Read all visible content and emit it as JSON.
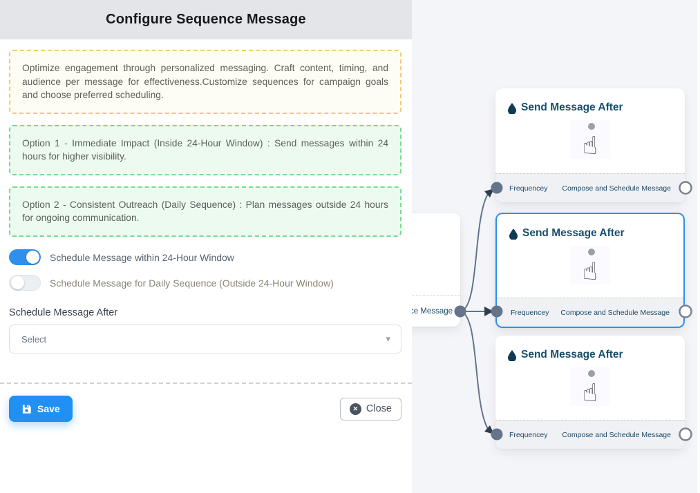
{
  "modal": {
    "title": "Configure Sequence Message",
    "intro": "Optimize engagement through personalized messaging. Craft content, timing, and audience per message for effectiveness.Customize sequences for campaign goals and choose preferred scheduling.",
    "options": [
      {
        "text": "Option 1 - Immediate Impact (Inside 24-Hour Window) : Send messages within 24 hours for higher visibility."
      },
      {
        "text": "Option 2 - Consistent Outreach (Daily Sequence) : Plan messages outside 24 hours for ongoing communication."
      }
    ],
    "toggles": [
      {
        "label": "Schedule Message within 24-Hour Window",
        "state": "on"
      },
      {
        "label": "Schedule Message for Daily Sequence (Outside 24-Hour Window)",
        "state": "off"
      }
    ],
    "schedule_after": {
      "label": "Schedule Message After",
      "selected_value": "Select",
      "caret": "▾"
    },
    "buttons": {
      "save": "Save",
      "close": "Close",
      "close_glyph": "✕"
    }
  },
  "canvas": {
    "source_node": {
      "visible_footer_text": "ce Message"
    },
    "nodes": [
      {
        "title": "Send Message After",
        "input_label": "Frequencey",
        "output_label": "Compose and Schedule Message",
        "selected": false
      },
      {
        "title": "Send Message After",
        "input_label": "Frequencey",
        "output_label": "Compose and Schedule Message",
        "selected": true
      },
      {
        "title": "Send Message After",
        "input_label": "Frequencey",
        "output_label": "Compose and Schedule Message",
        "selected": false
      }
    ],
    "hand_glyph": "☝"
  },
  "colors": {
    "accent_blue": "#2090f3",
    "toggle_on": "#2f8fee",
    "selected_node_border": "#2e8fef",
    "node_title": "#174e6b",
    "edge": "#64748b",
    "arrowhead": "#2c3e50",
    "intro_border": "#f4c878",
    "intro_bg": "#fefdf3",
    "option_border": "#72dd8d",
    "option_bg": "#edfaf0",
    "canvas_bg": "#f4f5f8",
    "header_bg": "#e3e5e9"
  }
}
